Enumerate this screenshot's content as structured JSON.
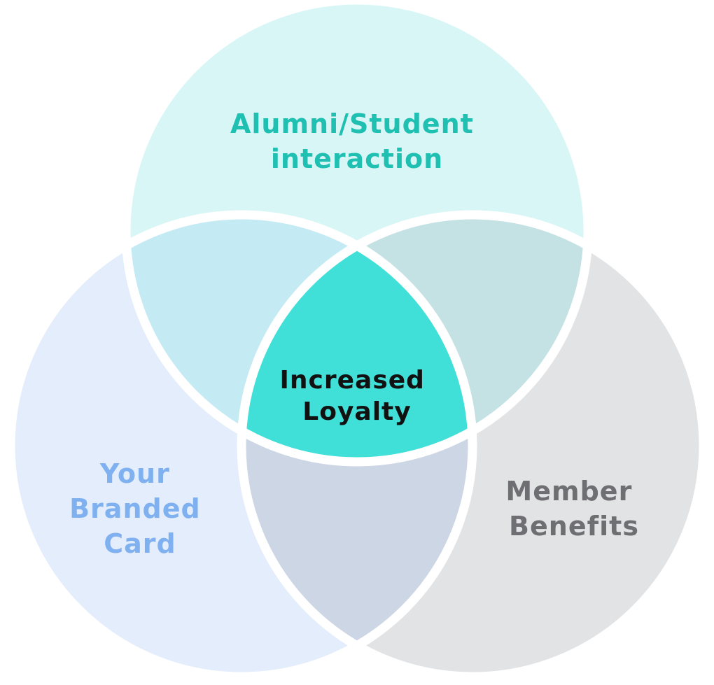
{
  "diagram": {
    "type": "venn",
    "sets": [
      {
        "id": "top",
        "label_lines": [
          "Alumni/Student",
          "interaction"
        ],
        "fill": "#d8f6f6",
        "text_color": "#1fbfb1"
      },
      {
        "id": "left",
        "label_lines": [
          "Your",
          "Branded",
          "Card"
        ],
        "fill": "#e3edfb",
        "text_color": "#7fb0f0"
      },
      {
        "id": "right",
        "label_lines": [
          "Member",
          "Benefits"
        ],
        "fill": "#e2e3e5",
        "text_color": "#6e6e73"
      }
    ],
    "intersections": {
      "top_left": {
        "fill": "#c4eaf4"
      },
      "top_right": {
        "fill": "#c4e2e3"
      },
      "left_right": {
        "fill": "#ccd6e5"
      },
      "center": {
        "label_lines": [
          "Increased",
          "Loyalty"
        ],
        "fill": "#40e0d8",
        "text_color": "#111111"
      }
    },
    "stroke_color": "#ffffff"
  }
}
